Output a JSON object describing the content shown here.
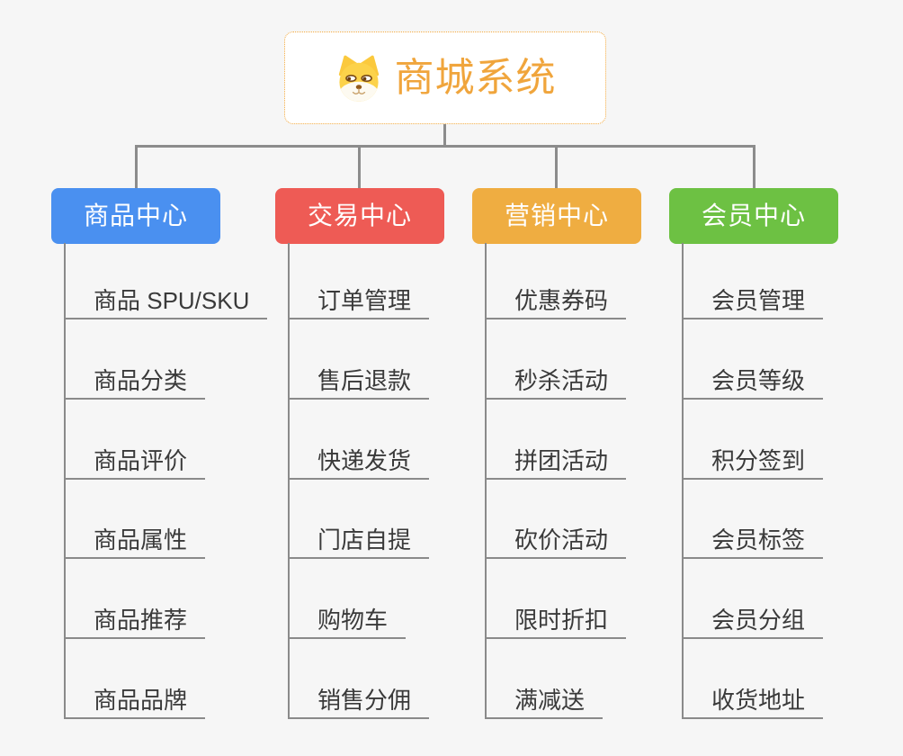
{
  "root": {
    "title": "商城系统",
    "icon": "dog-face-icon",
    "accent_color": "#F0A53C"
  },
  "branches": [
    {
      "label": "商品中心",
      "color": "#4A90F0",
      "items": [
        "商品 SPU/SKU",
        "商品分类",
        "商品评价",
        "商品属性",
        "商品推荐",
        "商品品牌"
      ]
    },
    {
      "label": "交易中心",
      "color": "#EE5B55",
      "items": [
        "订单管理",
        "售后退款",
        "快递发货",
        "门店自提",
        "购物车",
        "销售分佣"
      ]
    },
    {
      "label": "营销中心",
      "color": "#EFAD41",
      "items": [
        "优惠券码",
        "秒杀活动",
        "拼团活动",
        "砍价活动",
        "限时折扣",
        "满减送"
      ]
    },
    {
      "label": "会员中心",
      "color": "#6DC143",
      "items": [
        "会员管理",
        "会员等级",
        "积分签到",
        "会员标签",
        "会员分组",
        "收货地址"
      ]
    }
  ],
  "palette": {
    "background": "#F6F6F6",
    "connector": "#8C8C8C",
    "underline": "#8A8A8A",
    "item_text": "#3A3A3A"
  }
}
